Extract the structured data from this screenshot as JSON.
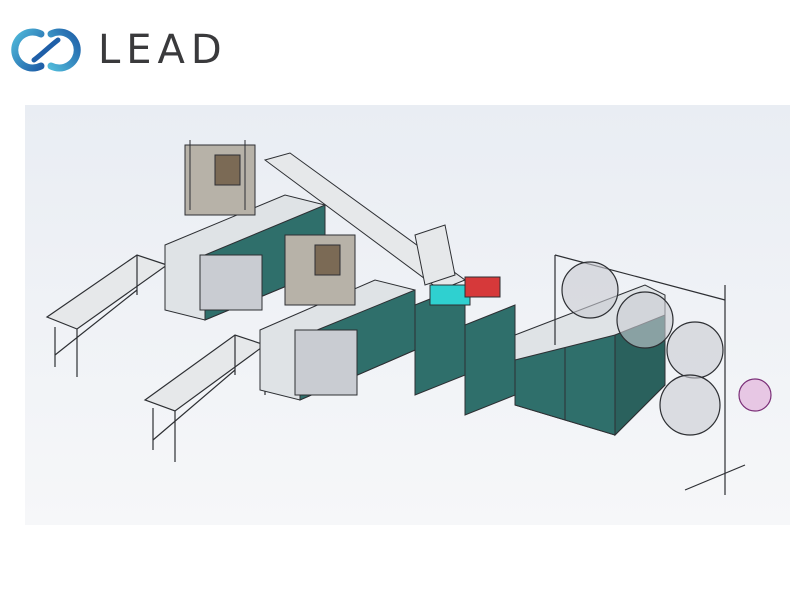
{
  "brand": {
    "name": "LEAD",
    "colors": {
      "blue": "#1f5fa8",
      "cyan": "#4fb8d9",
      "text": "#3a3a3c"
    },
    "logo_icon": "interlocking-rings-icon"
  },
  "illustration": {
    "kind": "cad-render",
    "subject": "automatic-production-line",
    "colors": {
      "panel": "#2f6f6b",
      "frame": "#8a8f95",
      "accent_red": "#d6393a",
      "accent_cyan": "#2fd0d0",
      "reel": "#c9ccd2"
    }
  }
}
